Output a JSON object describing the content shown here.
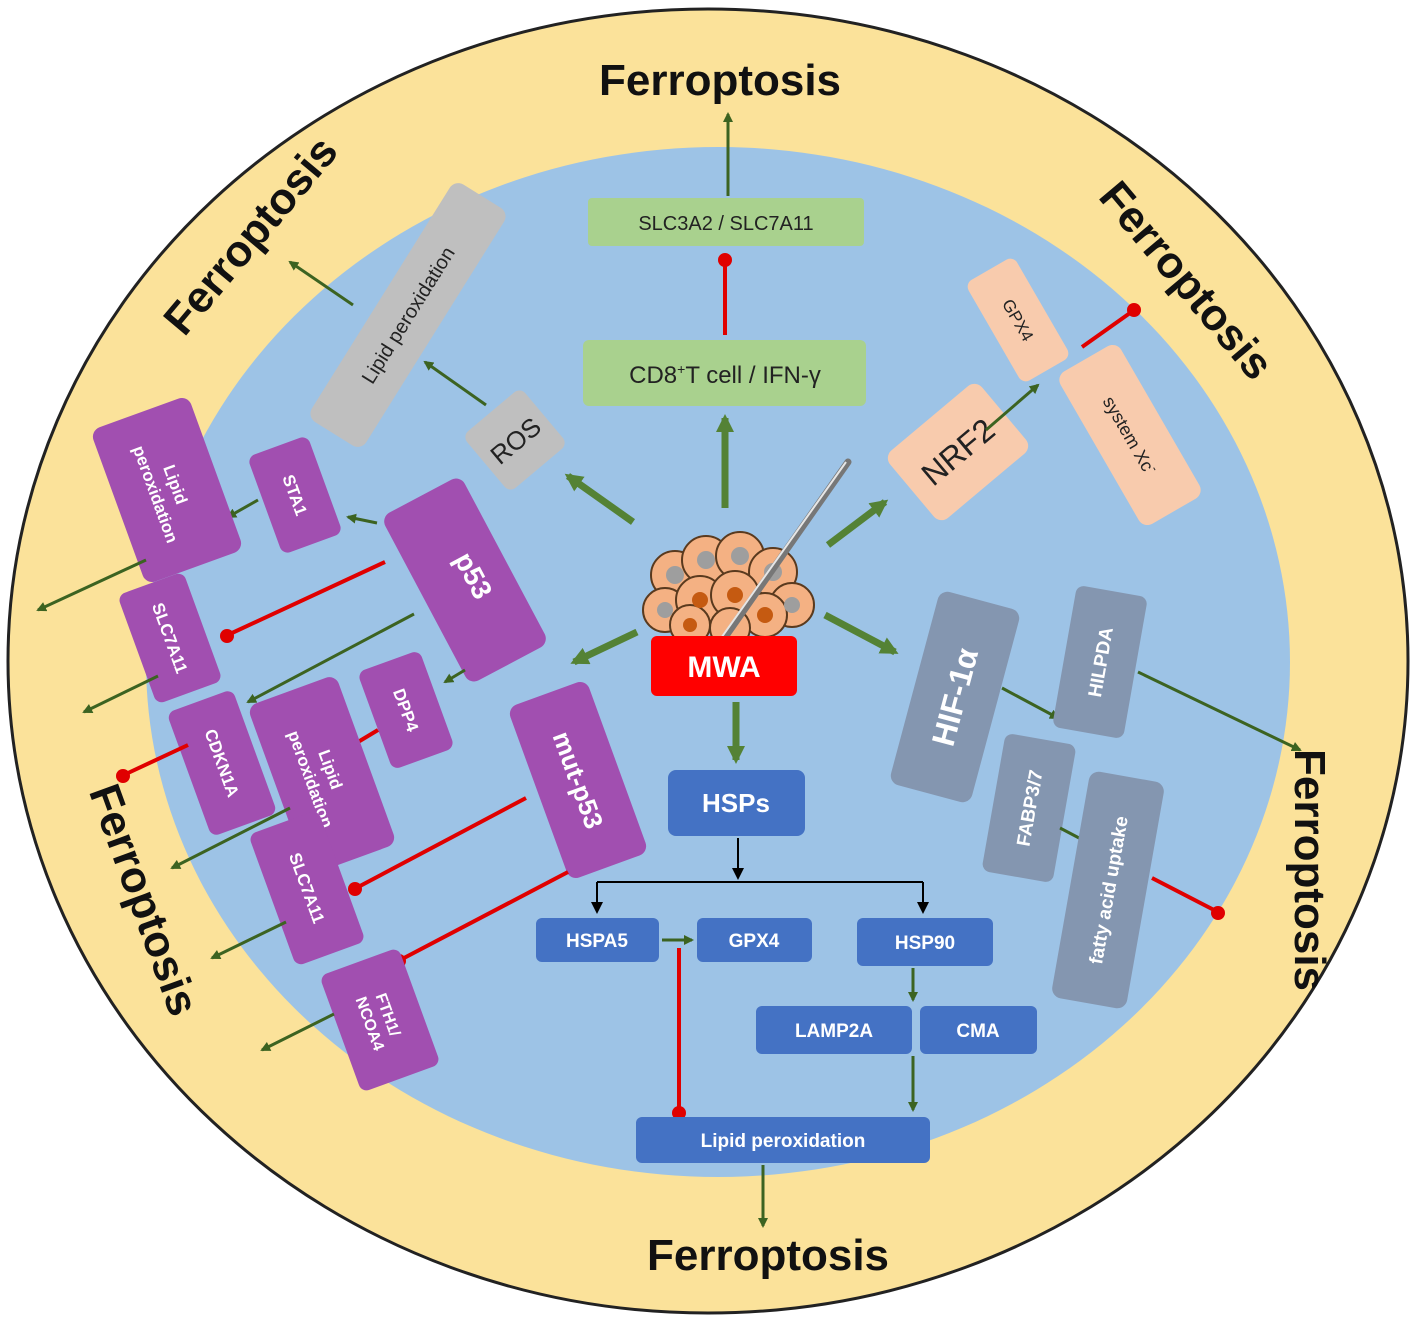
{
  "ferroptosis_labels": {
    "top": "Ferroptosis",
    "top_left": "Ferroptosis",
    "top_right": "Ferroptosis",
    "right": "Ferroptosis",
    "left": "Ferroptosis",
    "bottom": "Ferroptosis"
  },
  "center": {
    "mwa": "MWA"
  },
  "immune": {
    "slc3a2_slc7a11": "SLC3A2 / SLC7A11",
    "cd8_prefix": "CD8",
    "cd8_sup": "+",
    "cd8_suffix": "T cell / IFN-γ"
  },
  "ros_branch": {
    "ros": "ROS",
    "lipid_peroxidation": "Lipid peroxidation"
  },
  "nrf2_branch": {
    "nrf2": "NRF2",
    "gpx4": "GPX4",
    "system_xc": "system Xc",
    "system_xc_sup": "-"
  },
  "p53_branch": {
    "p53": "p53",
    "sta1": "STA1",
    "lipid_peroxidation_line1": "Lipid",
    "lipid_peroxidation_line2": "peroxidation",
    "slc7a11": "SLC7A11",
    "cdkn1a": "CDKN1A",
    "dpp4": "DPP4",
    "dpp4_lipid_line1": "Lipid",
    "dpp4_lipid_line2": "peroxidation"
  },
  "mut_p53_branch": {
    "mut_p53": "mut-p53",
    "slc7a11": "SLC7A11",
    "fth1_line1": "FTH1/",
    "fth1_line2": "NCOA4"
  },
  "hif_branch": {
    "hif1a": "HIF-1α",
    "hilpda": "HILPDA",
    "fabp": "FABP3/7",
    "fatty_acid_uptake": "fatty acid uptake"
  },
  "hsp_branch": {
    "hsps": "HSPs",
    "hspa5": "HSPA5",
    "gpx4": "GPX4",
    "hsp90": "HSP90",
    "lamp2a": "LAMP2A",
    "cma": "CMA",
    "lipid_peroxidation": "Lipid peroxidation"
  },
  "colors": {
    "outer_ring": "#FBE29A",
    "cell": "#9DC3E6",
    "purple": "#A14FB0",
    "gray_blue": "#8496B0",
    "gray": "#BFBFBF",
    "green_box": "#A9D18E",
    "peach": "#F8CBAD",
    "blue_box": "#4472C4",
    "mwa_red": "#FF0000",
    "activate_arrow": "#548235",
    "inhibit": "#E00000"
  }
}
